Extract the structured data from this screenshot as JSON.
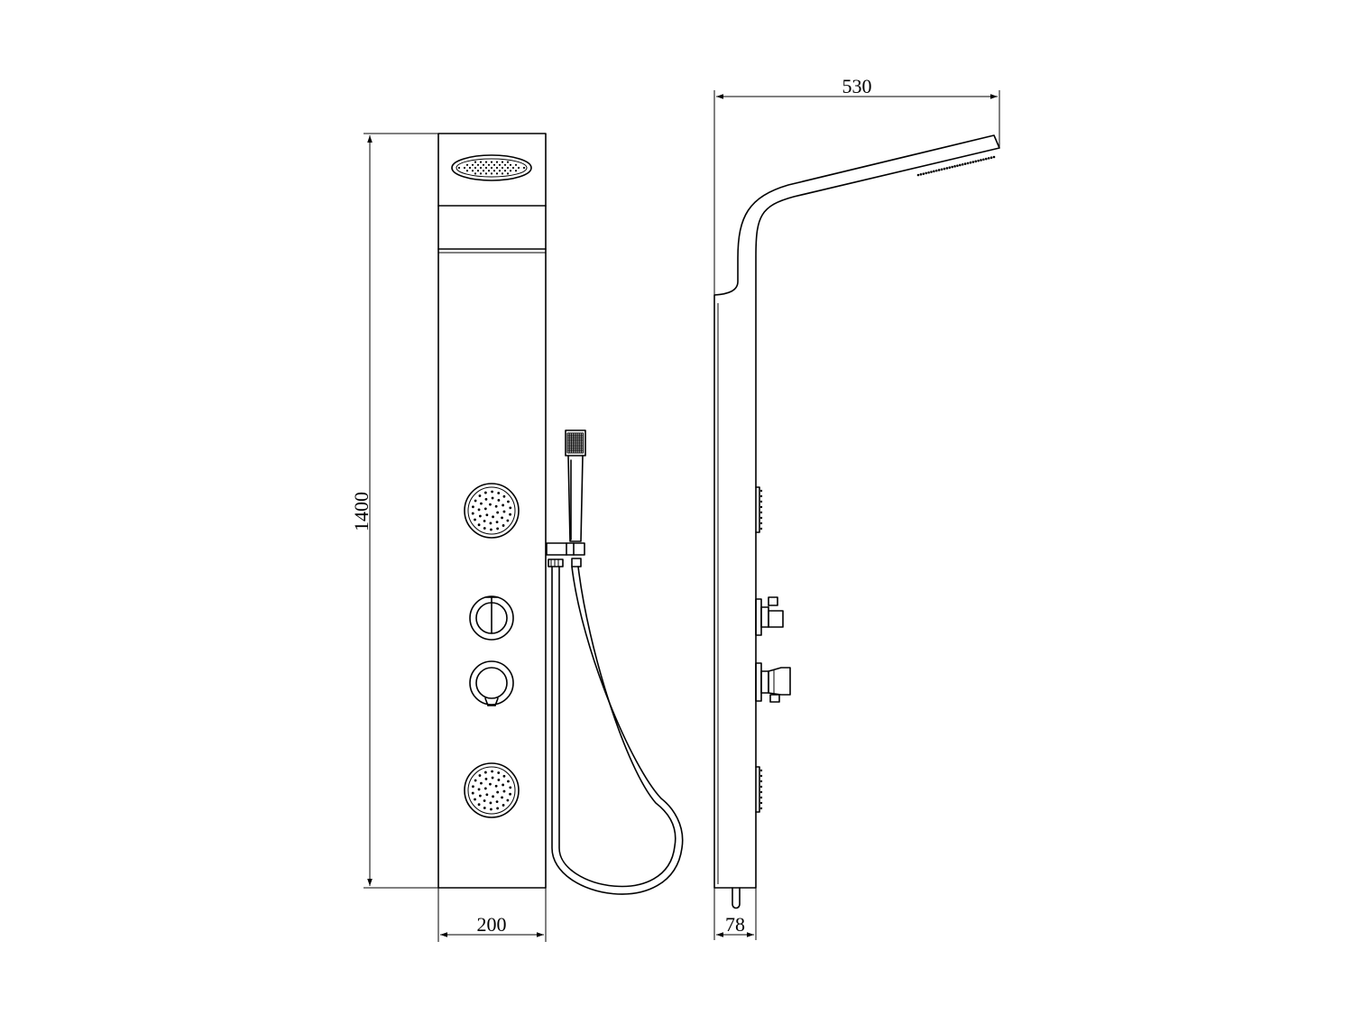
{
  "dimensions": {
    "height_label": "1400",
    "front_width_label": "200",
    "side_width_label": "78",
    "overall_reach_label": "530"
  },
  "colors": {
    "line": "#000000",
    "background": "#ffffff"
  }
}
